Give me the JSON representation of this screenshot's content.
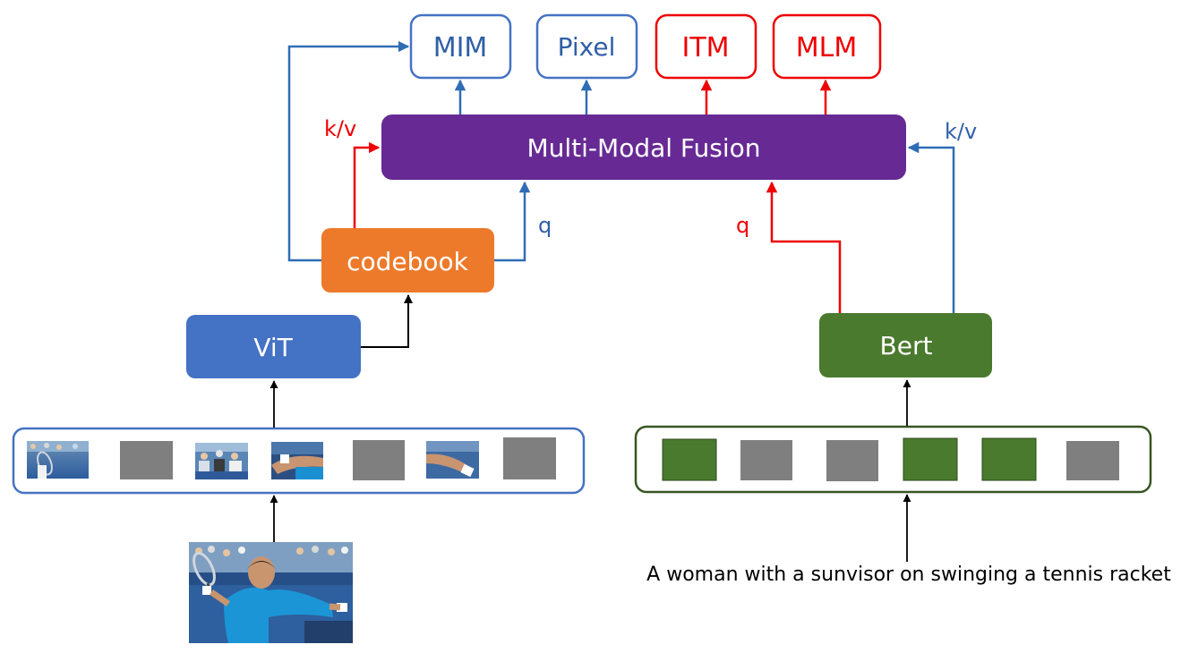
{
  "heads": {
    "mim": "MIM",
    "pixel": "Pixel",
    "itm": "ITM",
    "mlm": "MLM"
  },
  "fusion": {
    "label": "Multi-Modal Fusion"
  },
  "codebook": {
    "label": "codebook"
  },
  "vit": {
    "label": "ViT"
  },
  "bert": {
    "label": "Bert"
  },
  "edge_labels": {
    "kv_left": "k/v",
    "kv_right": "k/v",
    "q_left": "q",
    "q_right": "q"
  },
  "caption": "A woman with a sunvisor on swinging a tennis racket",
  "colors": {
    "blue": "#2f5fa7",
    "red": "#ee0000",
    "purple": "#672a94",
    "orange": "#ed7a2b",
    "vit_blue": "#4472c4",
    "green": "#4a7a2d",
    "gray": "#7f7f7f",
    "black": "#000000"
  }
}
